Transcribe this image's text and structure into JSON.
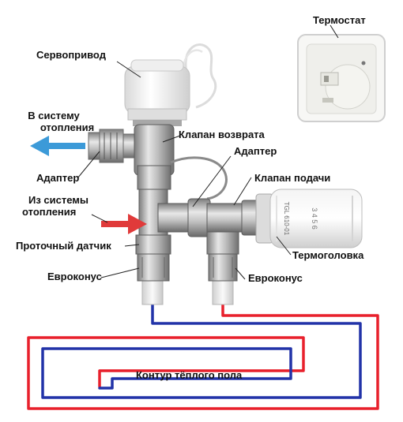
{
  "labels": {
    "servo": "Сервопривод",
    "thermostat": "Термостат",
    "to_system_line1": "В систему",
    "to_system_line2": "отопления",
    "return_valve": "Клапан возврата",
    "adapter_top": "Адаптер",
    "adapter_left": "Адаптер",
    "from_system_line1": "Из системы",
    "from_system_line2": "отопления",
    "supply_valve": "Клапан подачи",
    "flow_sensor": "Проточный датчик",
    "thermo_head": "Термоголовка",
    "euroconus_left": "Евроконус",
    "euroconus_right": "Евроконус",
    "floor_circuit": "Контур тёплого пола"
  },
  "thermo_head_text": {
    "brand": "TGL 610-01",
    "scale": "3 4 5 6"
  },
  "colors": {
    "supply_red": "#e8202c",
    "return_blue": "#2233a8",
    "arrow_blue": "#3c9ad8",
    "arrow_red": "#e03a3a",
    "brass": "#c9c9c9",
    "leader": "#222222"
  }
}
